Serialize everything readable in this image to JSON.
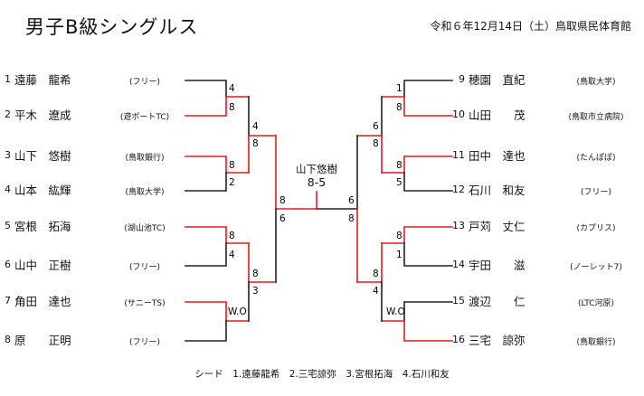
{
  "title": "男子B級シングルス",
  "date_venue": "令和６年12月14日（土）鳥取県民体育館",
  "left_players": [
    {
      "seed": "1",
      "name": "遠藤　龍希",
      "club": "(フリー)"
    },
    {
      "seed": "2",
      "name": "平木　遼成",
      "club": "(遊ポートTC)"
    },
    {
      "seed": "3",
      "name": "山下　悠樹",
      "club": "(鳥取銀行)"
    },
    {
      "seed": "4",
      "name": "山本　紘輝",
      "club": "(鳥取大学)"
    },
    {
      "seed": "5",
      "name": "宮根　拓海",
      "club": "(湖山池TC)"
    },
    {
      "seed": "6",
      "name": "山中　正樹",
      "club": "(フリー)"
    },
    {
      "seed": "7",
      "name": "角田　達也",
      "club": "(サニーTS)"
    },
    {
      "seed": "8",
      "name": "原　　正明",
      "club": "(フリー)"
    }
  ],
  "right_players": [
    {
      "seed": "9",
      "name": "穂園　直紀",
      "club": "(鳥取大学)"
    },
    {
      "seed": "10",
      "name": "山田　　茂",
      "club": "(鳥取市立病院)"
    },
    {
      "seed": "11",
      "name": "田中　達也",
      "club": "(たんぽぽ)"
    },
    {
      "seed": "12",
      "name": "石川　和友",
      "club": "(フリー)"
    },
    {
      "seed": "13",
      "name": "戸苅　丈仁",
      "club": "(カプリス)"
    },
    {
      "seed": "14",
      "name": "宇田　　滋",
      "club": "(ノーレット7)"
    },
    {
      "seed": "15",
      "name": "渡辺　　仁",
      "club": "(LTC河原)"
    },
    {
      "seed": "16",
      "name": "三宅　諒弥",
      "club": "(鳥取銀行)"
    }
  ],
  "scores": {
    "l_r1": [
      [
        "4",
        "8"
      ],
      [
        "8",
        "2"
      ],
      [
        "8",
        "4"
      ],
      [
        "W.O",
        ""
      ]
    ],
    "l_r2": [
      [
        "4",
        "8"
      ],
      [
        "8",
        "3"
      ]
    ],
    "l_sf": [
      "8",
      "6"
    ],
    "r_r1": [
      [
        "1",
        "8"
      ],
      [
        "8",
        "5"
      ],
      [
        "8",
        "1"
      ],
      [
        "W.O",
        ""
      ]
    ],
    "r_r2": [
      [
        "6",
        "8"
      ],
      [
        "8",
        "4"
      ]
    ],
    "r_sf": [
      "6",
      "8"
    ]
  },
  "champion": {
    "name": "山下悠樹",
    "score": "8-5"
  },
  "seeds_note": "シード　1.遠藤龍希　2.三宅諒弥　3.宮根拓海　4.石川和友",
  "colors": {
    "win": "#e8191c",
    "lose": "#222222"
  }
}
